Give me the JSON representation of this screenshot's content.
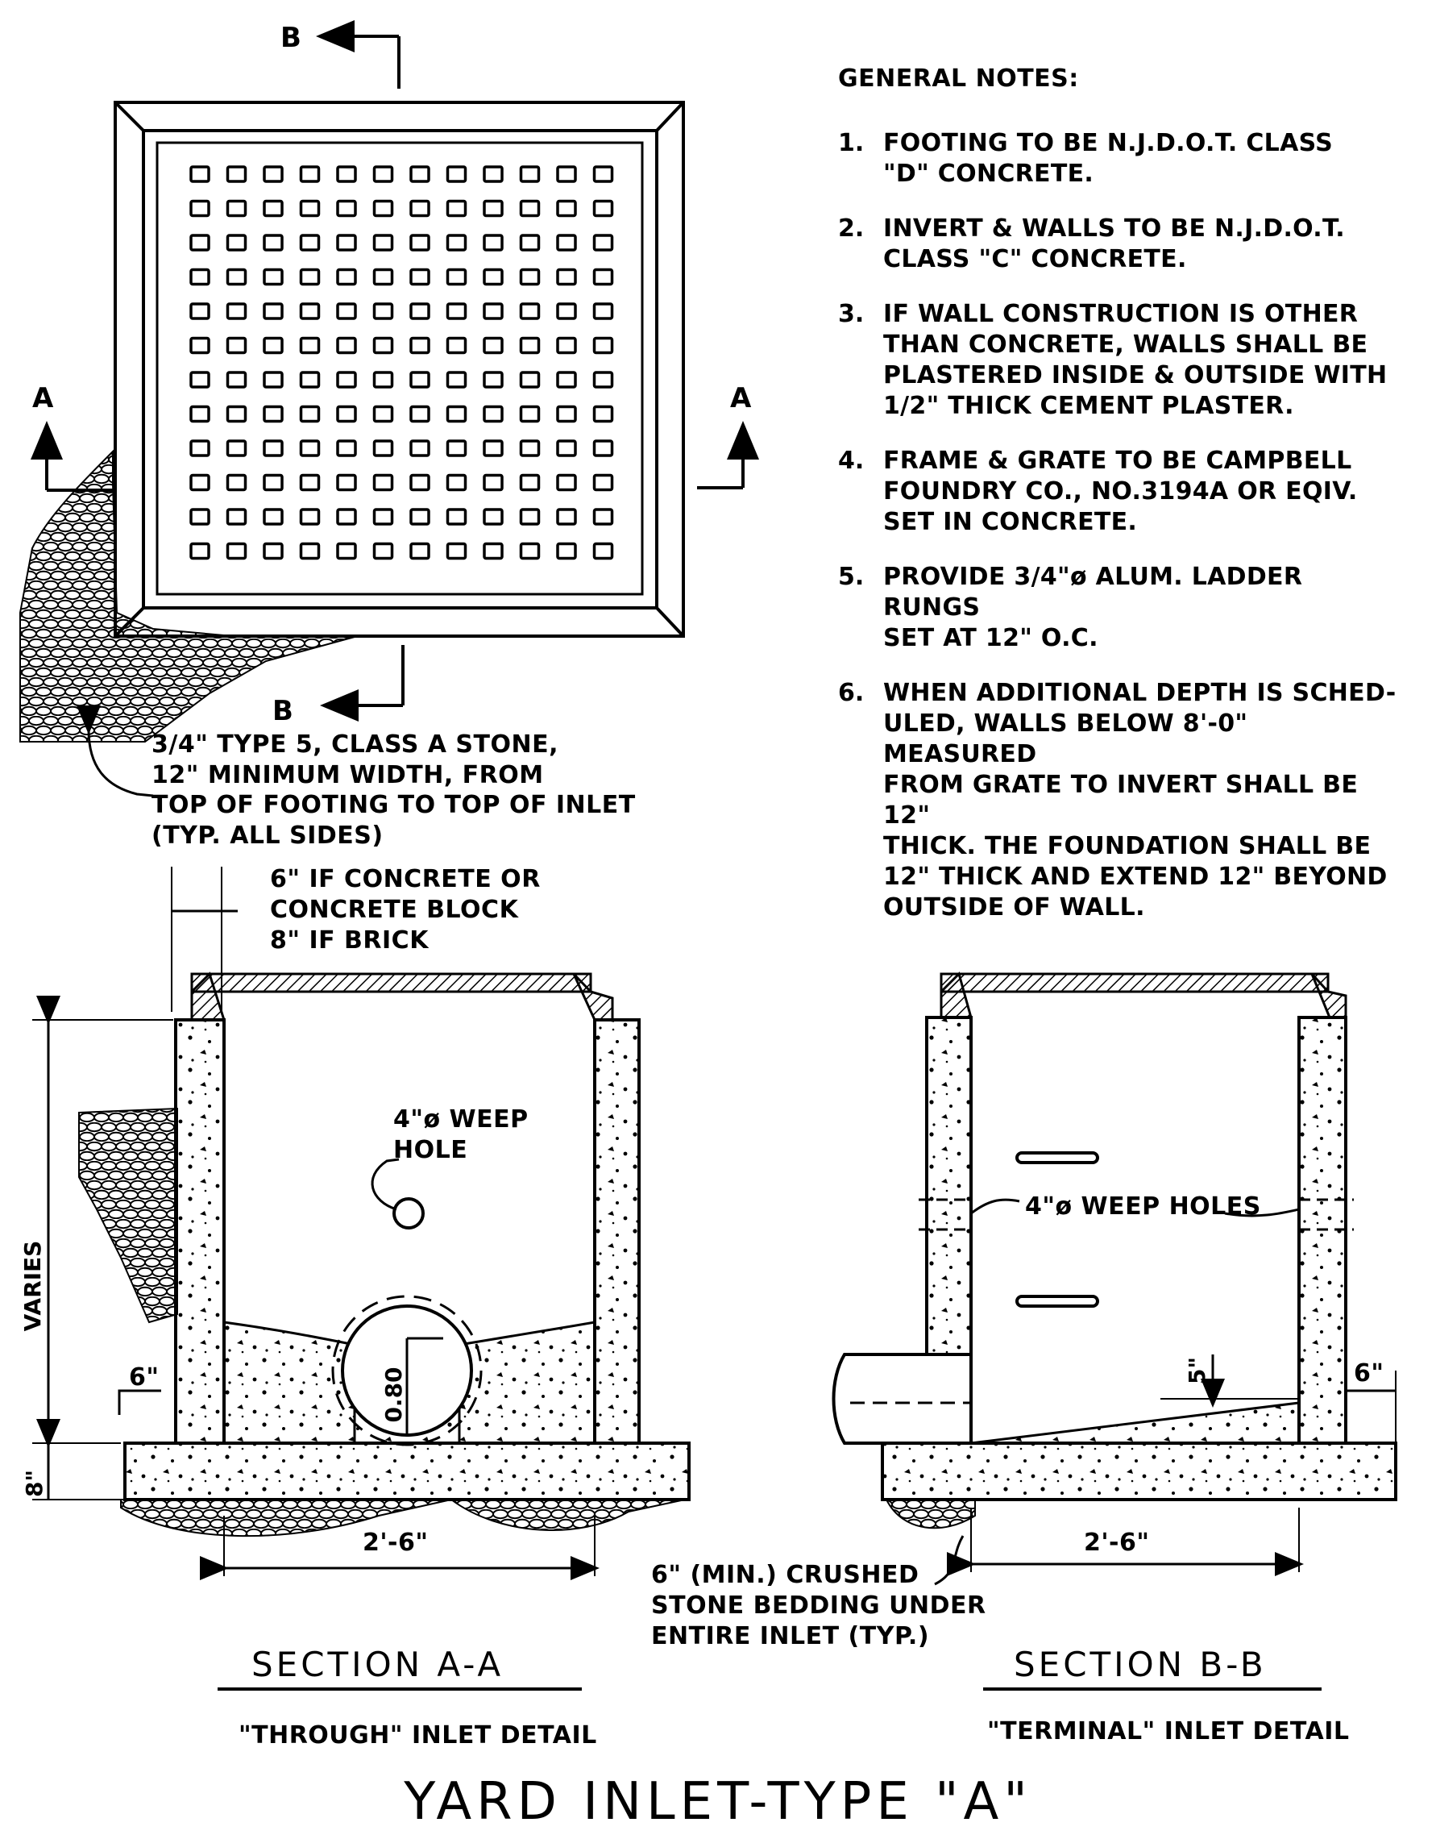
{
  "plan": {
    "section_mark_b": "B",
    "section_mark_a": "A",
    "stone_note": "3/4\" TYPE 5, CLASS A STONE,\n12\" MINIMUM WIDTH, FROM\nTOP OF FOOTING TO TOP OF INLET\n(TYP. ALL SIDES)"
  },
  "general_notes": {
    "heading": "GENERAL NOTES:",
    "items": [
      {
        "num": "1.",
        "text": "FOOTING TO BE N.J.D.O.T. CLASS\n\"D\" CONCRETE."
      },
      {
        "num": "2.",
        "text": "INVERT & WALLS TO BE N.J.D.O.T.\nCLASS \"C\" CONCRETE."
      },
      {
        "num": "3.",
        "text": "IF WALL CONSTRUCTION IS OTHER\nTHAN CONCRETE, WALLS SHALL BE\nPLASTERED INSIDE & OUTSIDE WITH\n1/2\" THICK CEMENT PLASTER."
      },
      {
        "num": "4.",
        "text": "FRAME & GRATE TO BE CAMPBELL\nFOUNDRY CO., NO.3194A OR EQIV.\nSET IN CONCRETE."
      },
      {
        "num": "5.",
        "text": "PROVIDE 3/4\"ø ALUM. LADDER RUNGS\nSET AT 12\" O.C."
      },
      {
        "num": "6.",
        "text": "WHEN ADDITIONAL DEPTH IS SCHED-\nULED, WALLS BELOW 8'-0\" MEASURED\nFROM GRATE TO INVERT SHALL BE 12\"\nTHICK.  THE FOUNDATION SHALL BE\n12\" THICK AND EXTEND 12\" BEYOND\nOUTSIDE OF WALL."
      }
    ]
  },
  "section_aa": {
    "wall_note": "6\" IF CONCRETE OR\nCONCRETE BLOCK\n8\" IF BRICK",
    "weep_hole": "4\"ø WEEP\nHOLE",
    "varies": "VARIES",
    "dim_6": "6\"",
    "dim_8": "8\"",
    "pipe_label": "0.80",
    "width": "2'-6\"",
    "bedding_note": "6\" (MIN.) CRUSHED\nSTONE BEDDING UNDER\nENTIRE INLET (TYP.)",
    "title": "SECTION  A-A",
    "subtitle": "\"THROUGH\" INLET DETAIL"
  },
  "section_bb": {
    "weep_holes": "4\"ø WEEP HOLES",
    "dim_5": "5\"",
    "dim_6": "6\"",
    "width": "2'-6\"",
    "title": "SECTION  B-B",
    "subtitle": "\"TERMINAL\" INLET DETAIL"
  },
  "drawing_title": "YARD INLET-TYPE \"A\""
}
